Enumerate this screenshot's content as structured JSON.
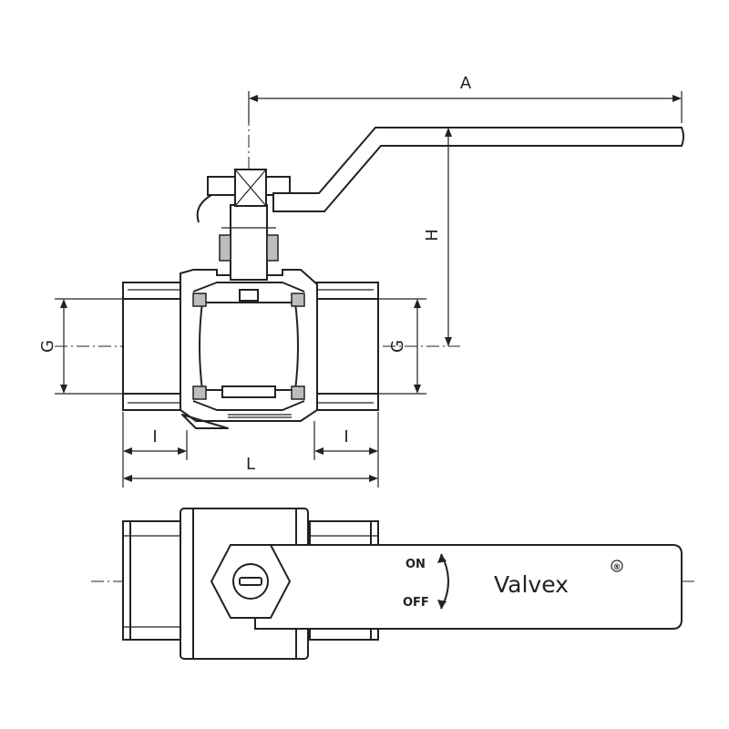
{
  "dimensions": {
    "a": "A",
    "h": "H",
    "g_left": "G",
    "g_right": "G",
    "l": "L",
    "i_left": "I",
    "i_right": "I"
  },
  "handle": {
    "on_label": "ON",
    "off_label": "OFF",
    "brand": "Valvex",
    "registered_mark": "®"
  }
}
